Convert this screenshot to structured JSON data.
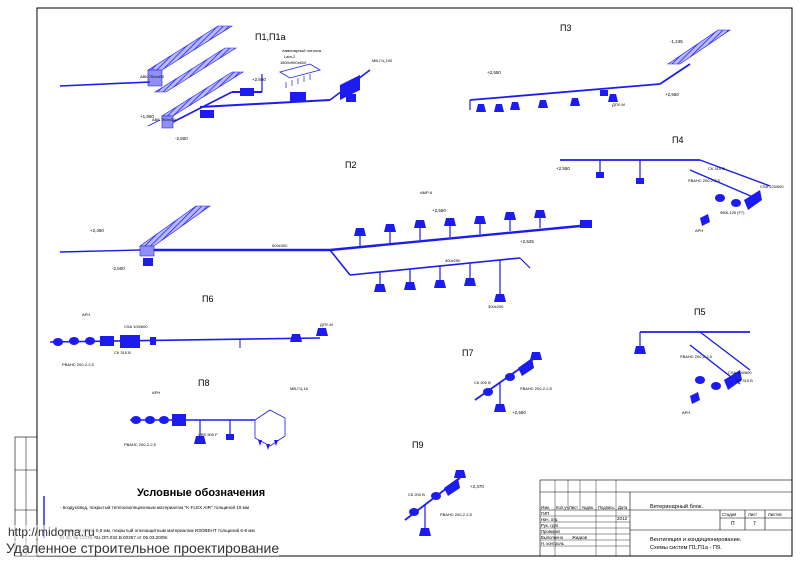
{
  "systems": {
    "p1": "П1,П1а",
    "p2": "П2",
    "p3": "П3",
    "p4": "П4",
    "p5": "П5",
    "p6": "П6",
    "p7": "П7",
    "p8": "П8",
    "p9": "П9"
  },
  "labels": {
    "avk1": "АВК 700х400",
    "avk2": "АВК 700х400",
    "ceiling": "ламинарный потолок",
    "ceiling_model": "Lam-2",
    "ceiling_size": "1800х900х600",
    "mvgd": "МВ-ГЦ 100",
    "elev_1950": "+1,950",
    "elev_2650": "+2,650",
    "elev_m2600": "-2,600",
    "elev_1245": "-1,245",
    "elev_2550_p3": "+2,550",
    "elev_2550_p4": "+2,550",
    "elev_2450": "+2,450",
    "elev_m2600_p2": "-2,600",
    "elev_2550_p2": "+2,550",
    "elev_2525": "+2,525",
    "elev_2550_p7": "+2,550",
    "elev_2470": "+2,470",
    "dpu_m": "ДПУ-М",
    "amp_k": "АМР-К",
    "sizes_200x100": "200х100",
    "sizes_300x200": "300х200",
    "sizes_500x300": "500х300",
    "sizes_400x250": "400х250",
    "csa_120": "CSA 120/600",
    "csa_100": "CSA 100/600",
    "rvanc": "РВАНС 200-2-2,5",
    "arn": "АРН",
    "fvk": "ФВК-125 (F7)",
    "sk_315": "СК 315 В",
    "sk_200": "СК 200 В",
    "vre": "VRE 500 F",
    "mv_gd2": "МВ-ГЦ 16"
  },
  "legend": {
    "title": "Условные обозначения",
    "line1": "- воздуховод, покрытый теплоизоляционным материалом \"K-FLEX AIR\" толщиной 19 мм",
    "line2": "толщиной стали 0,8 мм, покрытый огнезащитным материалом ИЗОВЕНТ толщиной 6-8 мм",
    "line3": "ЕI 30; № ССПБ.RU.ОП.032.В.00357 от 05.03.2009г."
  },
  "title_block": {
    "name": "Ветеринарный блок.",
    "desc1": "Вентиляция и кондиционирование.",
    "desc2": "Схемы систем П1,П1а - П9.",
    "year": "2012",
    "stage_label": "Стадия",
    "sheet_label": "Лист",
    "sheets_label": "Листов",
    "stage": "П",
    "sheet": "7",
    "rows": [
      "Изм.",
      "Кол.уч",
      "Лист",
      "№док.",
      "Подпись",
      "Дата"
    ],
    "roles": [
      "ГИП",
      "Нач. отд.",
      "Рук. груп.",
      "Проверил",
      "Выполнено",
      "Н. контроль"
    ],
    "executor": "Жидков"
  },
  "watermark": {
    "url": "http://midoma.ru",
    "text": "Удаленное строительное проектирование"
  },
  "colors": {
    "duct": "#1c1cf0",
    "duct_dark": "#0b0b9a",
    "frame": "#000000"
  }
}
